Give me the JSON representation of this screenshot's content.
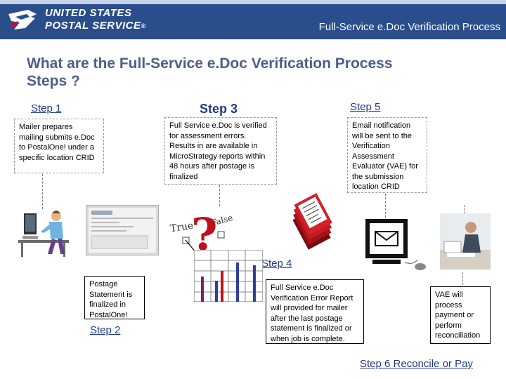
{
  "header": {
    "logo_line1": "UNITED STATES",
    "logo_line2": "POSTAL SERVICE",
    "logo_reg": "®",
    "title": "Full-Service e.Doc Verification Process"
  },
  "main_title": "What are the Full-Service e.Doc Verification Process Steps ?",
  "steps": {
    "step1": {
      "label": "Step 1",
      "text": "Mailer prepares mailing submits e.Doc to PostalOne! under a specific location CRID"
    },
    "step2": {
      "label": "Step 2",
      "text": "Postage Statement is finalized in PostalOne!"
    },
    "step3": {
      "label": "Step 3",
      "text": "Full Service e.Doc is verified for assessment errors. Results in are available in MicroStrategy reports within 48 hours after postage is finalized"
    },
    "step4": {
      "label": "Step 4",
      "text": "Full Service e.Doc Verification Error Report will provided for mailer after the last postage statement is finalized or when job is complete."
    },
    "step5": {
      "label": "Step 5",
      "text": "Email notification will be sent to the Verification Assessment Evaluator (VAE) for the submission location CRID"
    },
    "step6": {
      "label": "Step 6 Reconcile or Pay",
      "text": "VAE will process payment or perform reconciliation"
    }
  },
  "quiz": {
    "true_word": "True",
    "false_word": "False",
    "question_mark": "?"
  },
  "colors": {
    "banner": "#2a4e8c",
    "title": "#4d5f8a",
    "link": "#1f3a8a",
    "question": "#c0101a"
  }
}
